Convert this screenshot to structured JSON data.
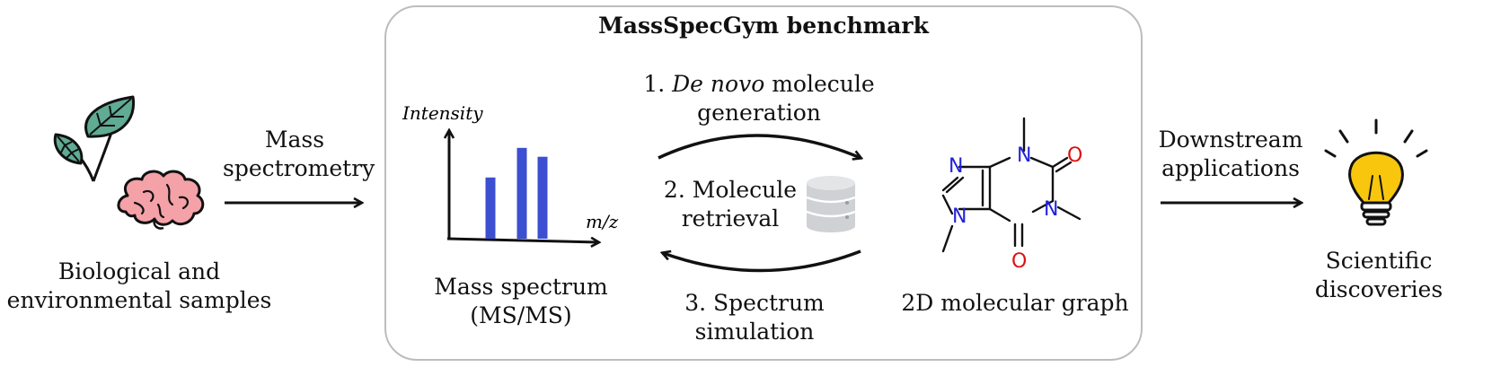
{
  "benchmark": {
    "title": "MassSpecGym benchmark"
  },
  "input": {
    "line1": "Biological and",
    "line2": "environmental samples"
  },
  "ms_step": {
    "line1": "Mass",
    "line2": "spectrometry"
  },
  "spectrum": {
    "y_label": "Intensity",
    "x_label": "m/z",
    "caption_line1": "Mass spectrum",
    "caption_line2": "(MS/MS)",
    "bar_color": "#3b4fd0",
    "peak_intensities": [
      0.62,
      0.92,
      0.83
    ]
  },
  "tasks": {
    "task1_num": "1.",
    "task1_italic": "De novo",
    "task1_rest": "molecule",
    "task1_line2": "generation",
    "task2_line1": "2. Molecule",
    "task2_line2": "retrieval",
    "task3_line1": "3. Spectrum",
    "task3_line2": "simulation"
  },
  "molecule": {
    "caption": "2D molecular graph",
    "atoms": {
      "n1": "N",
      "n2": "N",
      "n3": "N",
      "n4": "N",
      "o1": "O",
      "o2": "O"
    },
    "nitrogen_color": "#2222dd",
    "oxygen_color": "#e01010"
  },
  "downstream": {
    "line1": "Downstream",
    "line2": "applications"
  },
  "output": {
    "line1": "Scientific",
    "line2": "discoveries"
  },
  "icons": {
    "leaves": "leaves-icon",
    "brain": "brain-icon",
    "database": "database-icon",
    "lightbulb": "lightbulb-icon"
  },
  "colors": {
    "leaf": "#5fab93",
    "brain": "#f4a1a8",
    "database": "#cfd1d4",
    "bulb": "#f7c60d",
    "frame": "#bdbdbd"
  }
}
